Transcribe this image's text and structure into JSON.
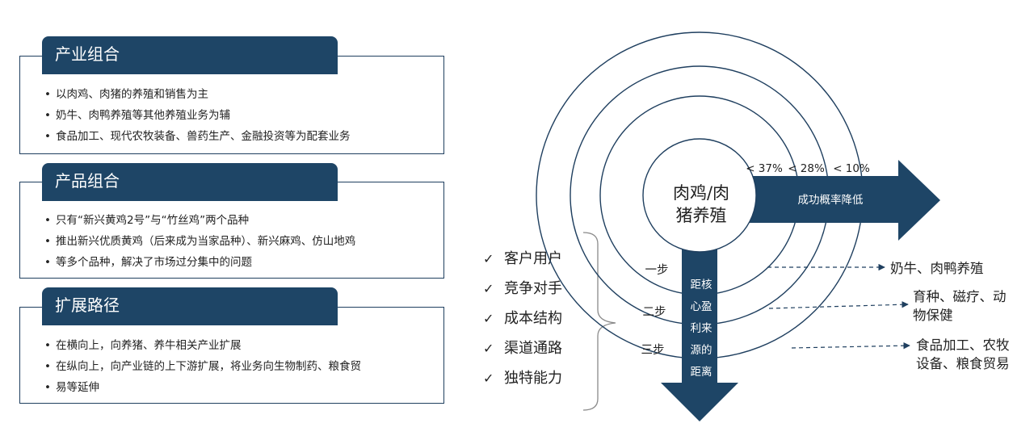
{
  "sections": [
    {
      "title": "产业组合",
      "items": [
        "以肉鸡、肉猪的养殖和销售为主",
        "奶牛、肉鸭养殖等其他养殖业务为辅",
        "食品加工、现代农牧装备、兽药生产、金融投资等为配套业务"
      ]
    },
    {
      "title": "产品组合",
      "items": [
        "只有“新兴黄鸡2号”与“竹丝鸡”两个品种",
        "推出新兴优质黄鸡（后来成为当家品种）、新兴麻鸡、仿山地鸡",
        "等多个品种，解决了市场过分集中的问题"
      ]
    },
    {
      "title": "扩展路径",
      "items": [
        "在横向上，向养猪、养牛相关产业扩展",
        "在纵向上，向产业链的上下游扩展，将业务向生物制药、粮食贸",
        "易等延伸"
      ]
    }
  ],
  "checklist": {
    "check_icon": "✓",
    "items": [
      "客户用户",
      "竞争对手",
      "成本结构",
      "渠道通路",
      "独特能力"
    ]
  },
  "diagram": {
    "core_line1": "肉鸡/肉",
    "core_line2": "猪养殖",
    "probabilities": [
      "< 37%",
      "< 28%",
      "< 10%"
    ],
    "horizontal_arrow_label": "成功概率降低",
    "vertical_arrow_label": [
      "距核",
      "心盈",
      "利来",
      "源的",
      "距离"
    ],
    "steps": [
      "一步",
      "二步",
      "三步"
    ],
    "outcomes": [
      {
        "lines": [
          "奶牛、肉鸭养殖"
        ]
      },
      {
        "lines": [
          "育种、磁疗、动",
          "物保健"
        ]
      },
      {
        "lines": [
          "食品加工、农牧",
          "设备、粮食贸易"
        ]
      }
    ],
    "colors": {
      "arrow": "#1e4566",
      "ring": "#1f3f5f"
    }
  }
}
